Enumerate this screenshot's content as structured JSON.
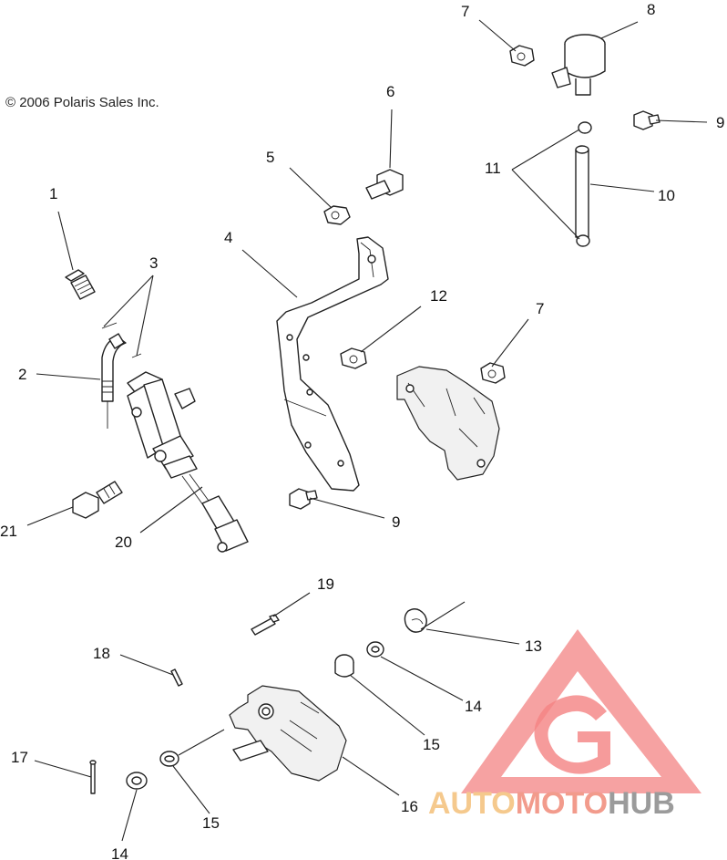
{
  "copyright": "© 2006 Polaris Sales Inc.",
  "callouts": [
    "1",
    "2",
    "3",
    "4",
    "5",
    "6",
    "7",
    "7",
    "8",
    "9",
    "9",
    "10",
    "11",
    "12",
    "13",
    "14",
    "14",
    "15",
    "15",
    "16",
    "17",
    "18",
    "19",
    "20",
    "21"
  ],
  "watermark": {
    "word_part1": "AUTO",
    "word_part2": "MOTO",
    "word_part3": "HUB",
    "colors": {
      "triangle": "#f26d6d",
      "auto": "#f4c07a",
      "moto": "#f08a78",
      "hub": "#8a8a8a"
    }
  }
}
